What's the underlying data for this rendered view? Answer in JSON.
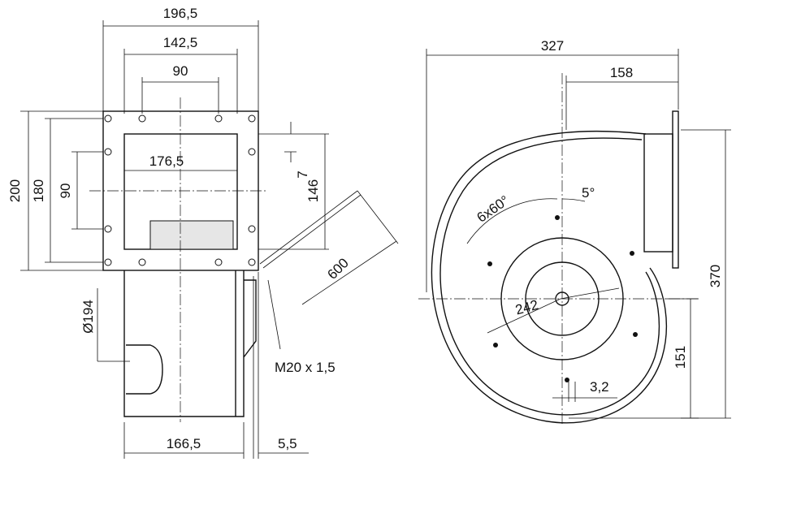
{
  "left_view": {
    "width_overall": "196,5",
    "hole_spacing_outer": "142,5",
    "hole_spacing_inner": "90",
    "opening_width": "176,5",
    "height_overall": "200",
    "hole_spacing_vertical": "180",
    "hole_spacing_vertical_inner": "90",
    "opening_height": "146",
    "flange_offset": "7",
    "cable_length": "600",
    "inlet_diameter": "Ø194",
    "cable_gland": "M20 x 1,5",
    "housing_width": "166,5",
    "flange_thickness": "5,5"
  },
  "right_view": {
    "width_overall": "327",
    "outlet_offset": "158",
    "bolt_pattern": "6x60°",
    "angle_offset": "5°",
    "bolt_circle": "242",
    "height_overall": "370",
    "axis_height": "151",
    "hole_size": "3,2"
  }
}
